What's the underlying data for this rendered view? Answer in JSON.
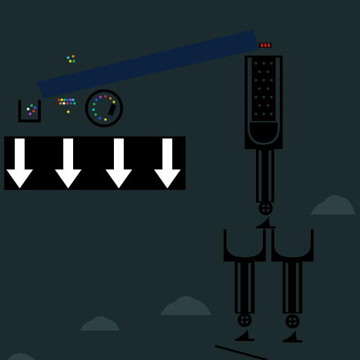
{
  "game": {
    "title": "",
    "colors": {
      "background": "#1c2b2d",
      "cloud": "#2e4244",
      "machine": "#000000",
      "ramp": "#0b2241",
      "arrow": "#ffffff",
      "indicator": "#d01010"
    },
    "conveyor": {
      "direction": "down",
      "arrow_count": 4,
      "arrow_icon": "arrow-down-icon"
    },
    "ramp": {
      "color_name": "dark-blue"
    },
    "marble_colors": [
      "#e03030",
      "#f0e020",
      "#20c040",
      "#2060ff",
      "#c040e0",
      "#20d0d0",
      "#ffffff",
      "#f08020"
    ],
    "funnels": [
      {
        "name": "top-funnel",
        "valve_icon": "valve-icon"
      },
      {
        "name": "bottom-left-funnel",
        "valve_icon": "valve-icon"
      },
      {
        "name": "bottom-right-funnel",
        "valve_icon": "valve-icon"
      }
    ],
    "clouds": 4
  }
}
